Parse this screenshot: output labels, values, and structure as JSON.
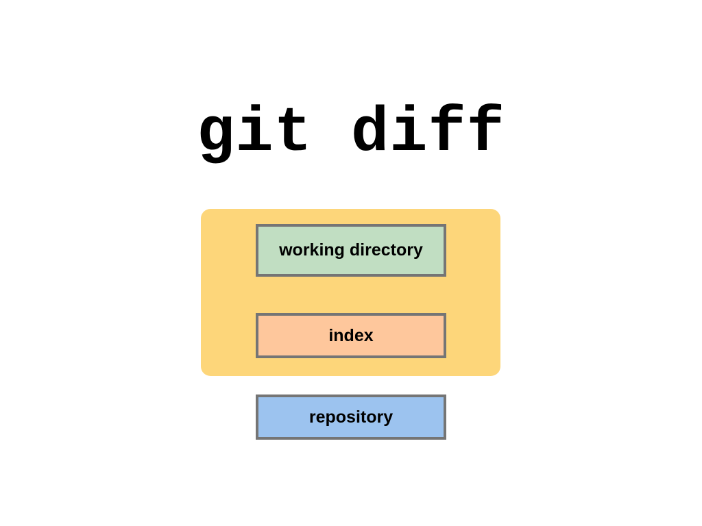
{
  "title": "git diff",
  "diagram": {
    "highlight_color": "#fdd67a",
    "boxes": [
      {
        "label": "working directory",
        "color": "#c1dec2"
      },
      {
        "label": "index",
        "color": "#fec79c"
      },
      {
        "label": "repository",
        "color": "#9cc3ef"
      }
    ]
  }
}
